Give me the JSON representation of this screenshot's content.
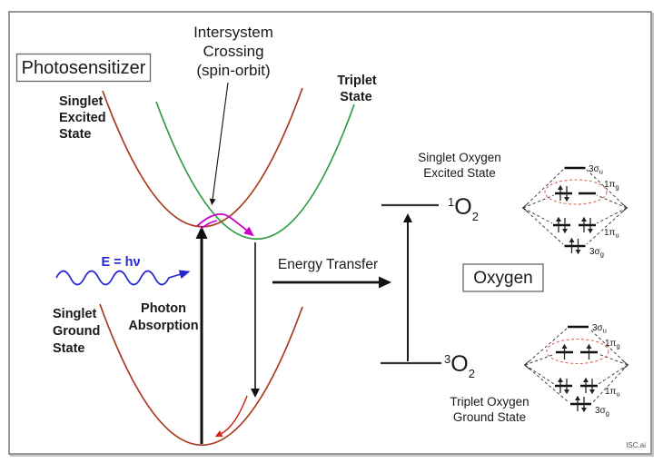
{
  "colors": {
    "red_curve": "#a83a1e",
    "red_text": "#b03d22",
    "green": "#2f9e44",
    "blue": "#2626cf",
    "magenta": "#cc00cc",
    "relax_red": "#d02818",
    "black": "#1a1a1a",
    "mo_ellipse_red": "#d96a5a",
    "frame_gray": "#7f7f7f"
  },
  "photosensitizer": {
    "box_label": "Photosensitizer",
    "intersystem_lines": [
      "Intersystem",
      "Crossing",
      "(spin-orbit)"
    ],
    "singlet_excited_lines": [
      "Singlet",
      "Excited",
      "State"
    ],
    "triplet_state_lines": [
      "Triplet",
      "State"
    ],
    "singlet_ground_lines": [
      "Singlet",
      "Ground",
      "State"
    ],
    "photon_energy_label": "E = hν",
    "photon_absorption_lines": [
      "Photon",
      "Absorption"
    ]
  },
  "transfer": {
    "label": "Energy Transfer"
  },
  "oxygen": {
    "box_label": "Oxygen",
    "singlet_title_lines": [
      "Singlet Oxygen",
      "Excited State"
    ],
    "triplet_title_lines": [
      "Triplet Oxygen",
      "Ground State"
    ],
    "singlet_species": {
      "sup": "1",
      "base": "O",
      "sub": "2"
    },
    "triplet_species": {
      "sup": "3",
      "base": "O",
      "sub": "2"
    }
  },
  "mo_labels": {
    "sigma_u": {
      "main": "3σ",
      "sub": "u"
    },
    "pi_g": {
      "main": "1π",
      "sub": "g"
    },
    "pi_u": {
      "main": "1π",
      "sub": "u"
    },
    "sigma_g": {
      "main": "3σ",
      "sub": "g"
    }
  },
  "watermark": "ISC.ai"
}
